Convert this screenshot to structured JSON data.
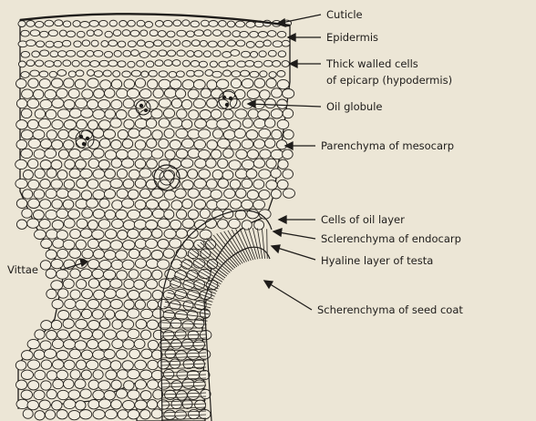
{
  "diagram": {
    "labels": {
      "cuticle": "Cuticle",
      "epidermis": "Epidermis",
      "hypodermis_line1": "Thick walled cells",
      "hypodermis_line2": "of epicarp (hypodermis)",
      "oil_globule": "Oil globule",
      "parenchyma": "Parenchyma of mesocarp",
      "oil_layer": "Cells of oil layer",
      "sclerenchyma_endocarp": "Sclerenchyma of endocarp",
      "hyaline": "Hyaline layer of testa",
      "seed_coat": "Scherenchyma of seed coat",
      "vittae": "Vittae"
    },
    "colors": {
      "ink": "#1e1c1a",
      "paper": "#ece6d6",
      "cell_fill": "#f1ecdf"
    }
  }
}
